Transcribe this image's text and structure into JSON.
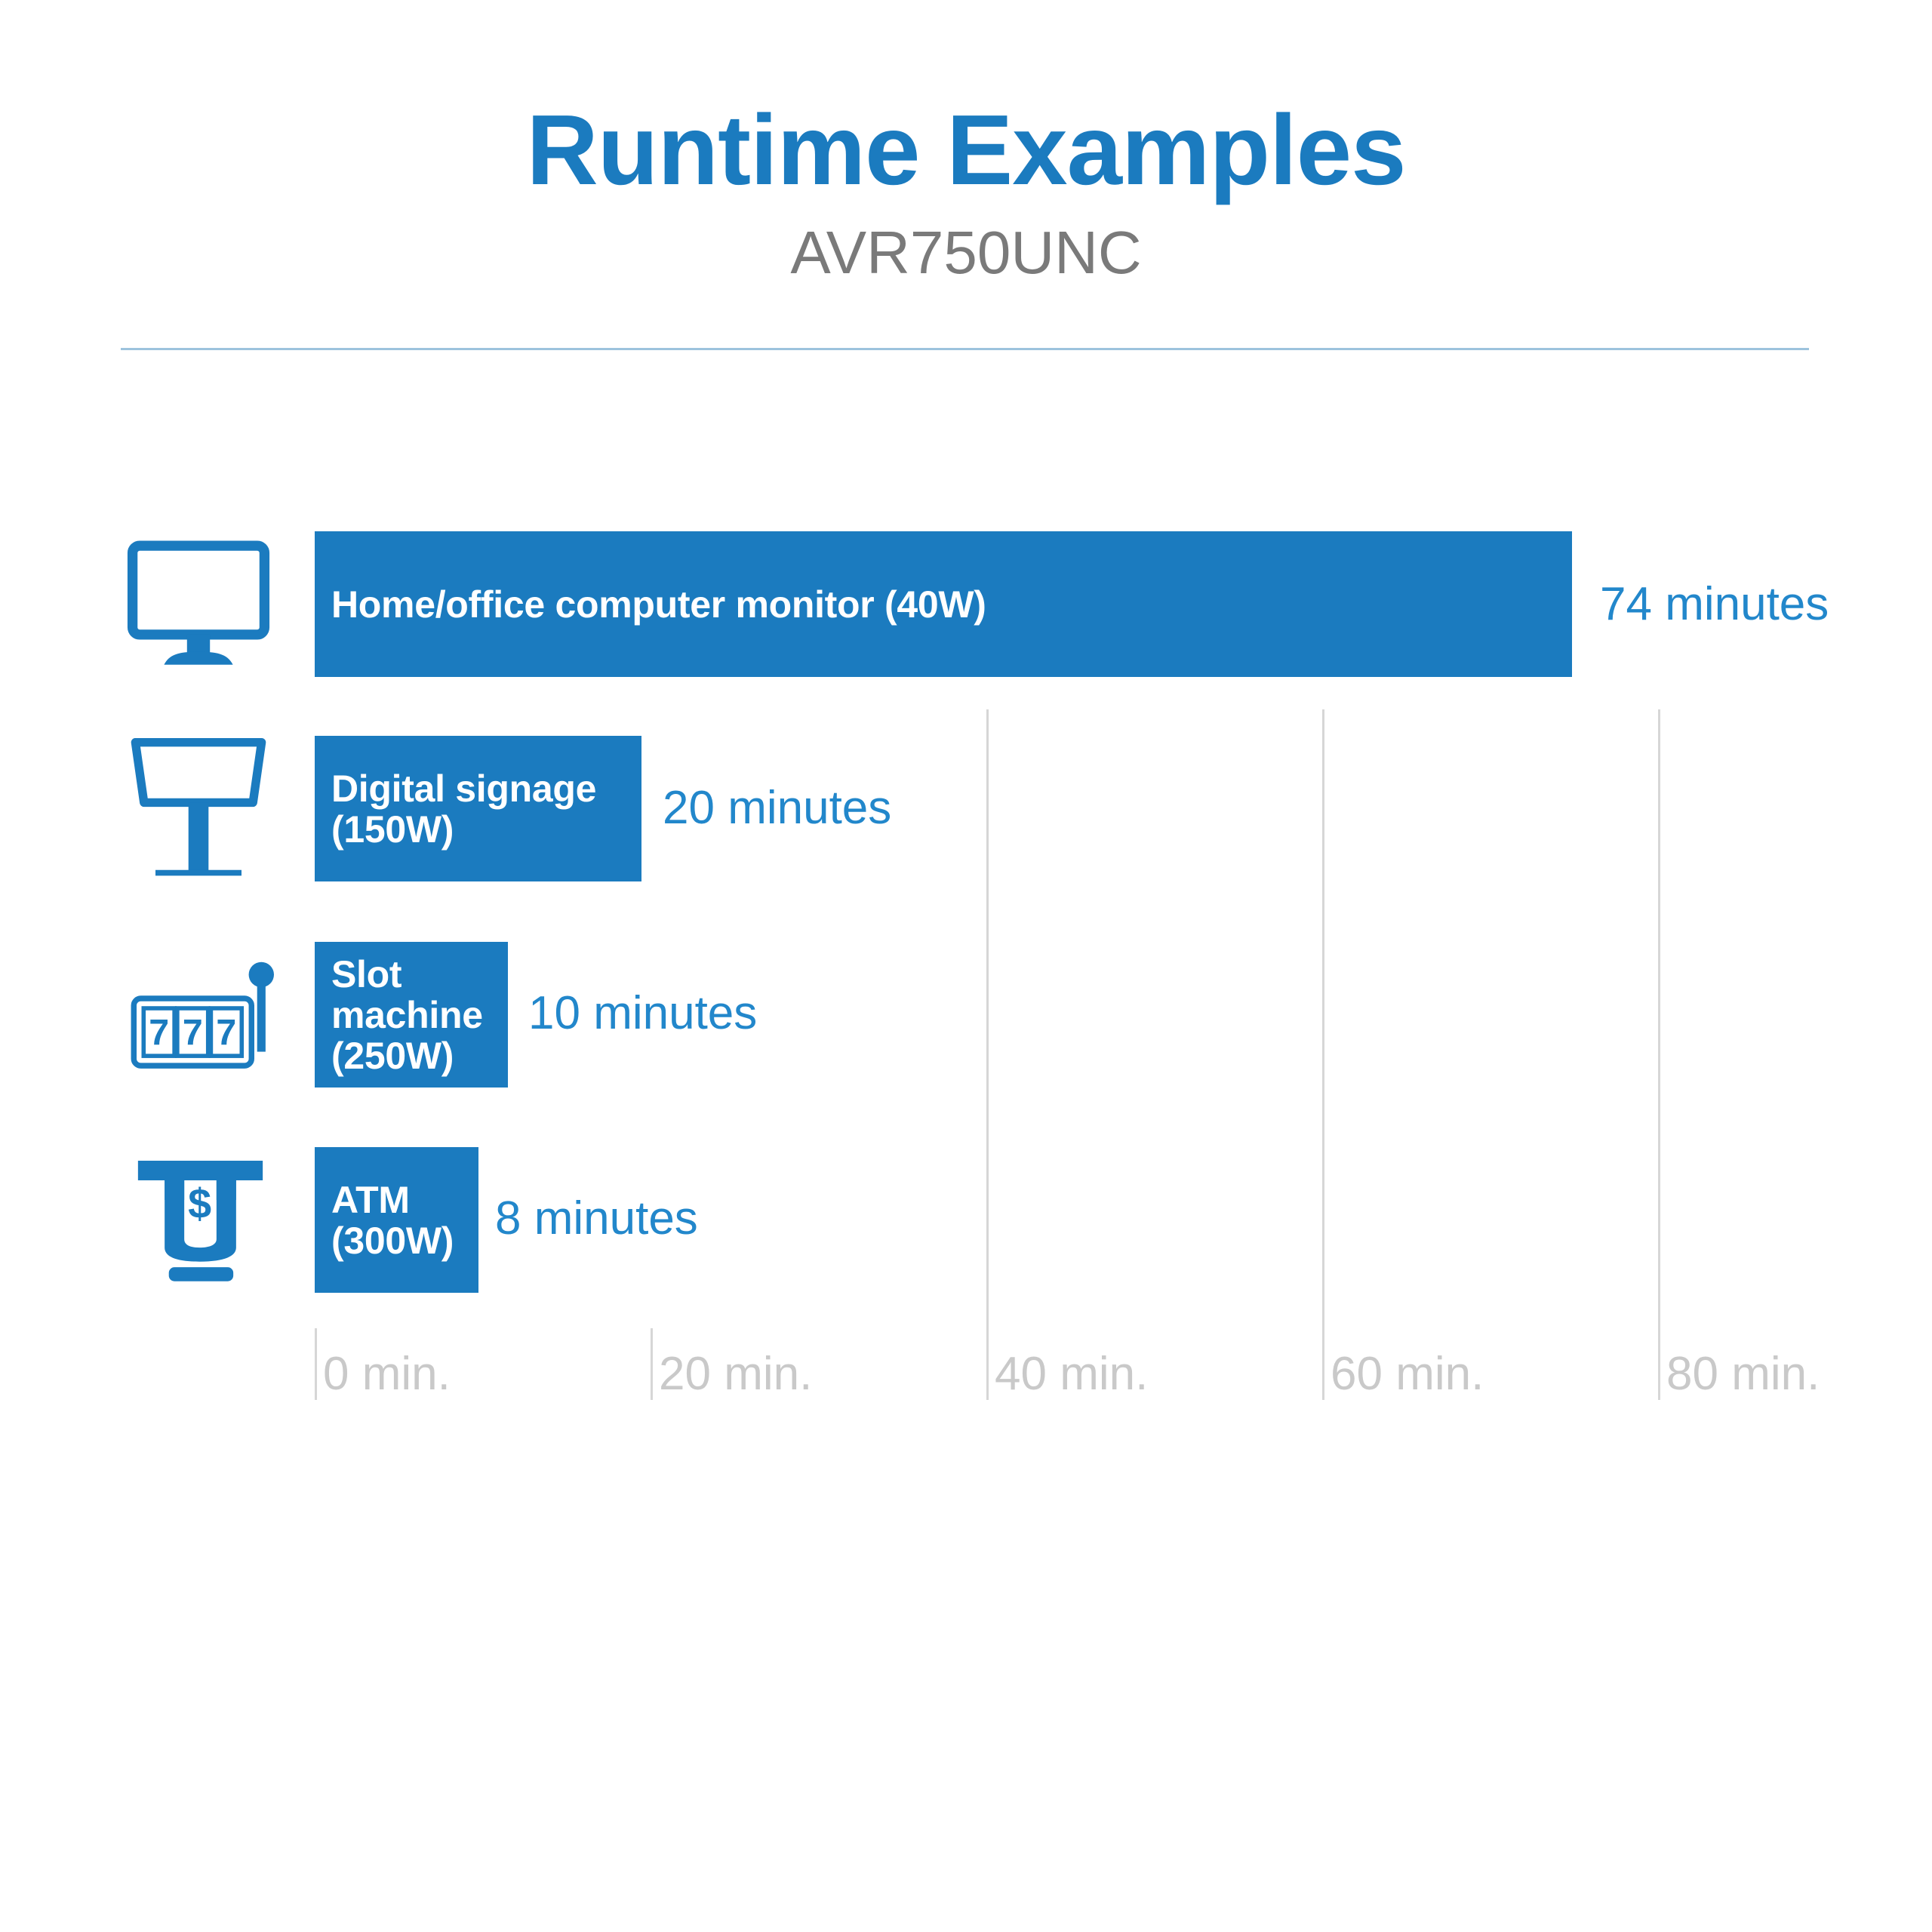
{
  "header": {
    "title": "Runtime Examples",
    "subtitle": "AVR750UNC"
  },
  "colors": {
    "brand_blue": "#1b7bbf",
    "value_blue": "#2287cb",
    "subtitle_gray": "#7a7a7a",
    "axis_gray": "#c9c9c9",
    "gridline_gray": "#d6d6d6",
    "rule_blue": "#9dc3dd"
  },
  "chart_data": {
    "type": "bar",
    "orientation": "horizontal",
    "title": "Runtime Examples",
    "subtitle": "AVR750UNC",
    "xlabel": "",
    "ylabel": "",
    "xlim": [
      0,
      80
    ],
    "grid": true,
    "legend": false,
    "unit": "minutes",
    "tick_labels": [
      "0 min.",
      "20 min.",
      "40 min.",
      "60 min.",
      "80 min."
    ],
    "ticks": [
      0,
      20,
      40,
      60,
      80
    ],
    "categories": [
      "Home/office computer monitor (40W)",
      "Digital signage (150W)",
      "Slot machine (250W)",
      "ATM (300W)"
    ],
    "values": [
      74,
      20,
      10,
      8
    ],
    "value_labels": [
      "74 minutes",
      "20 minutes",
      "10 minutes",
      "8 minutes"
    ]
  },
  "rows": [
    {
      "icon": "monitor-icon",
      "bar_label": "Home/office computer monitor (40W)",
      "value_label": "74 minutes",
      "minutes": 74
    },
    {
      "icon": "digital-signage-icon",
      "bar_label": "Digital signage\n(150W)",
      "value_label": "20 minutes",
      "minutes": 20
    },
    {
      "icon": "slot-machine-icon",
      "bar_label": "Slot\nmachine\n(250W)",
      "value_label": "10 minutes",
      "minutes": 10
    },
    {
      "icon": "atm-icon",
      "bar_label": "ATM\n(300W)",
      "value_label": "8 minutes",
      "minutes": 8
    }
  ],
  "axis": {
    "labels": [
      "0 min.",
      "20 min.",
      "40 min.",
      "60 min.",
      "80 min."
    ]
  }
}
